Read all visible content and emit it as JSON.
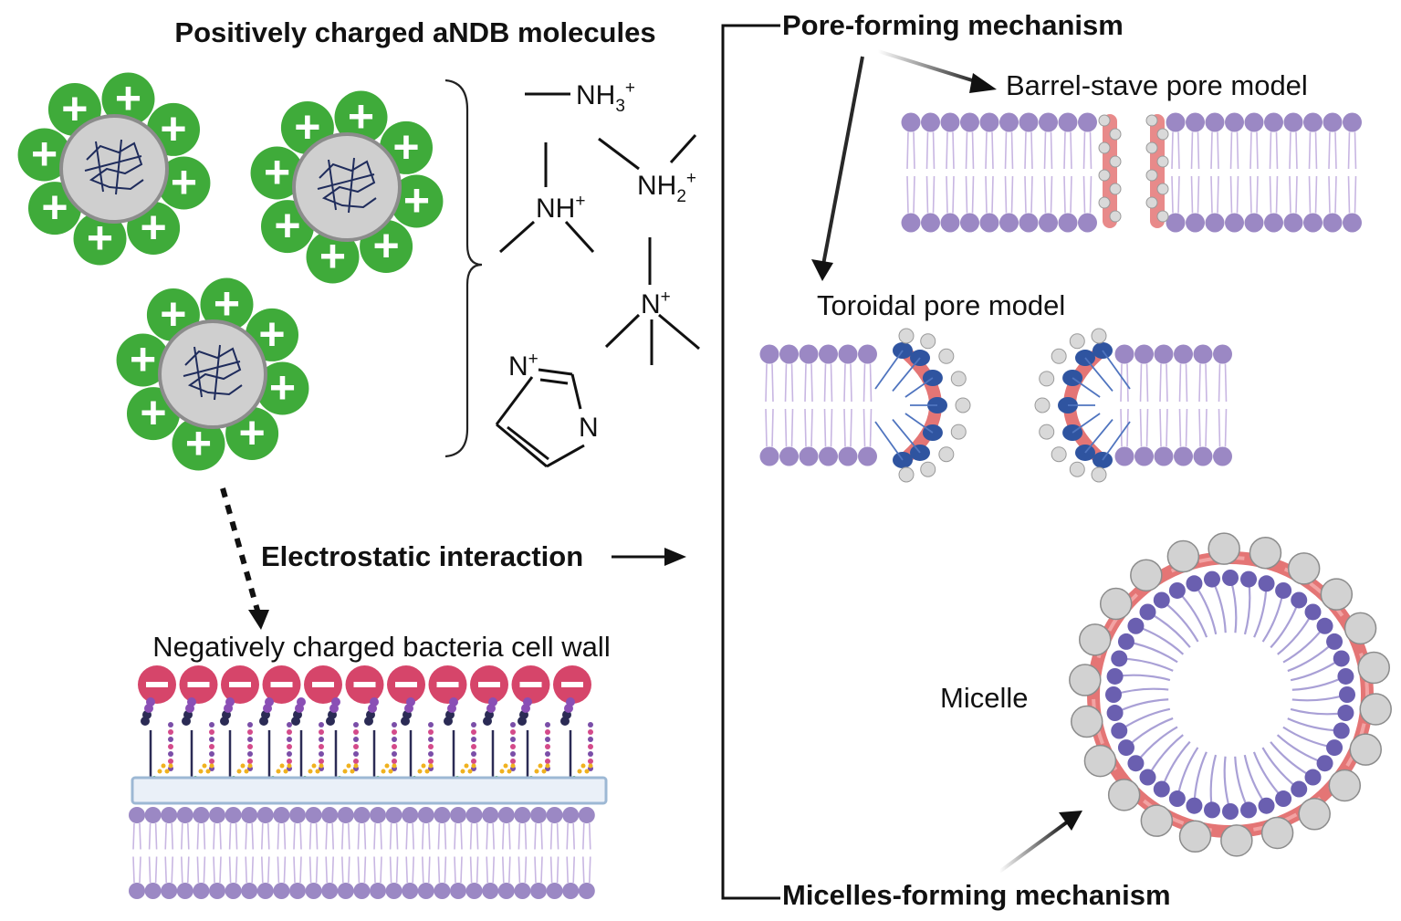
{
  "title_molecules": "Positively charged aNDB molecules",
  "charge_symbol": "+",
  "negative_symbol": "−",
  "groups": {
    "nh3": {
      "base": "NH",
      "sub": "3",
      "sup": "+"
    },
    "nh2": {
      "base": "NH",
      "sub": "2",
      "sup": "+"
    },
    "nh": {
      "base": "NH",
      "sup": "+"
    },
    "n_quat": {
      "base": "N",
      "sup": "+"
    },
    "imid_n_plus": {
      "base": "N",
      "sup": "+"
    },
    "imid_n": "N"
  },
  "electrostatic_label": "Electrostatic interaction",
  "cell_wall_label": "Negatively charged bacteria cell wall",
  "pore_mechanism_label": "Pore-forming mechanism",
  "barrel_label": "Barrel-stave pore model",
  "toroidal_label": "Toroidal pore model",
  "micelle_label": "Micelle",
  "micelle_mechanism_label": "Micelles-forming mechanism",
  "colors": {
    "positive": "#3fab3a",
    "negative": "#d6456a",
    "lipid_head": "#9b88c4",
    "lipid_tail": "#c8b6e2",
    "peptide": "#e47575",
    "core": "#cfcfcf",
    "micelle_head": "#6a5fb0",
    "toroid_blue": "#2f54a0"
  }
}
